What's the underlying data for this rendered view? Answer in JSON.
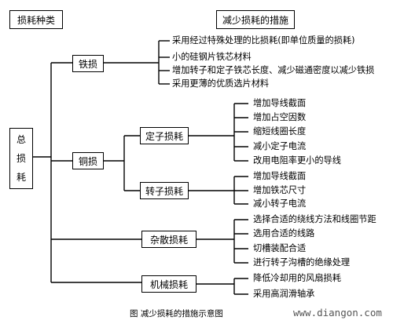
{
  "headers": {
    "left": "损耗种类",
    "right": "减少损耗的措施"
  },
  "root": {
    "chars": [
      "总",
      "损",
      "耗"
    ]
  },
  "categories": {
    "iron": "铁损",
    "copper": "铜损",
    "stray": "杂散损耗",
    "mech": "机械损耗"
  },
  "subcategories": {
    "stator": "定子损耗",
    "rotor": "转子损耗"
  },
  "measures": {
    "iron": [
      "采用经过特殊处理的比损耗(即单位质量的损耗)",
      "小的硅钢片铁芯材料",
      "增加转子和定子铁芯长度、减少磁通密度以减少铁损",
      "采用更薄的优质选片材料"
    ],
    "stator": [
      "增加导线截面",
      "增加占空因数",
      "缩短线圈长度",
      "减小定子电流",
      "改用电阻率更小的导线"
    ],
    "rotor": [
      "增加导线截面",
      "增加铁芯尺寸",
      "减小转子电流"
    ],
    "stray": [
      "选择合适的绕线方法和线圈节距",
      "选用合适的线路",
      "切槽装配合适",
      "进行转子沟槽的绝缘处理"
    ],
    "mech": [
      "降低冷却用的风扇损耗",
      "采用高润滑轴承"
    ]
  },
  "caption": "图    减少损耗的措施示意图",
  "watermark": "www.diangon.com"
}
